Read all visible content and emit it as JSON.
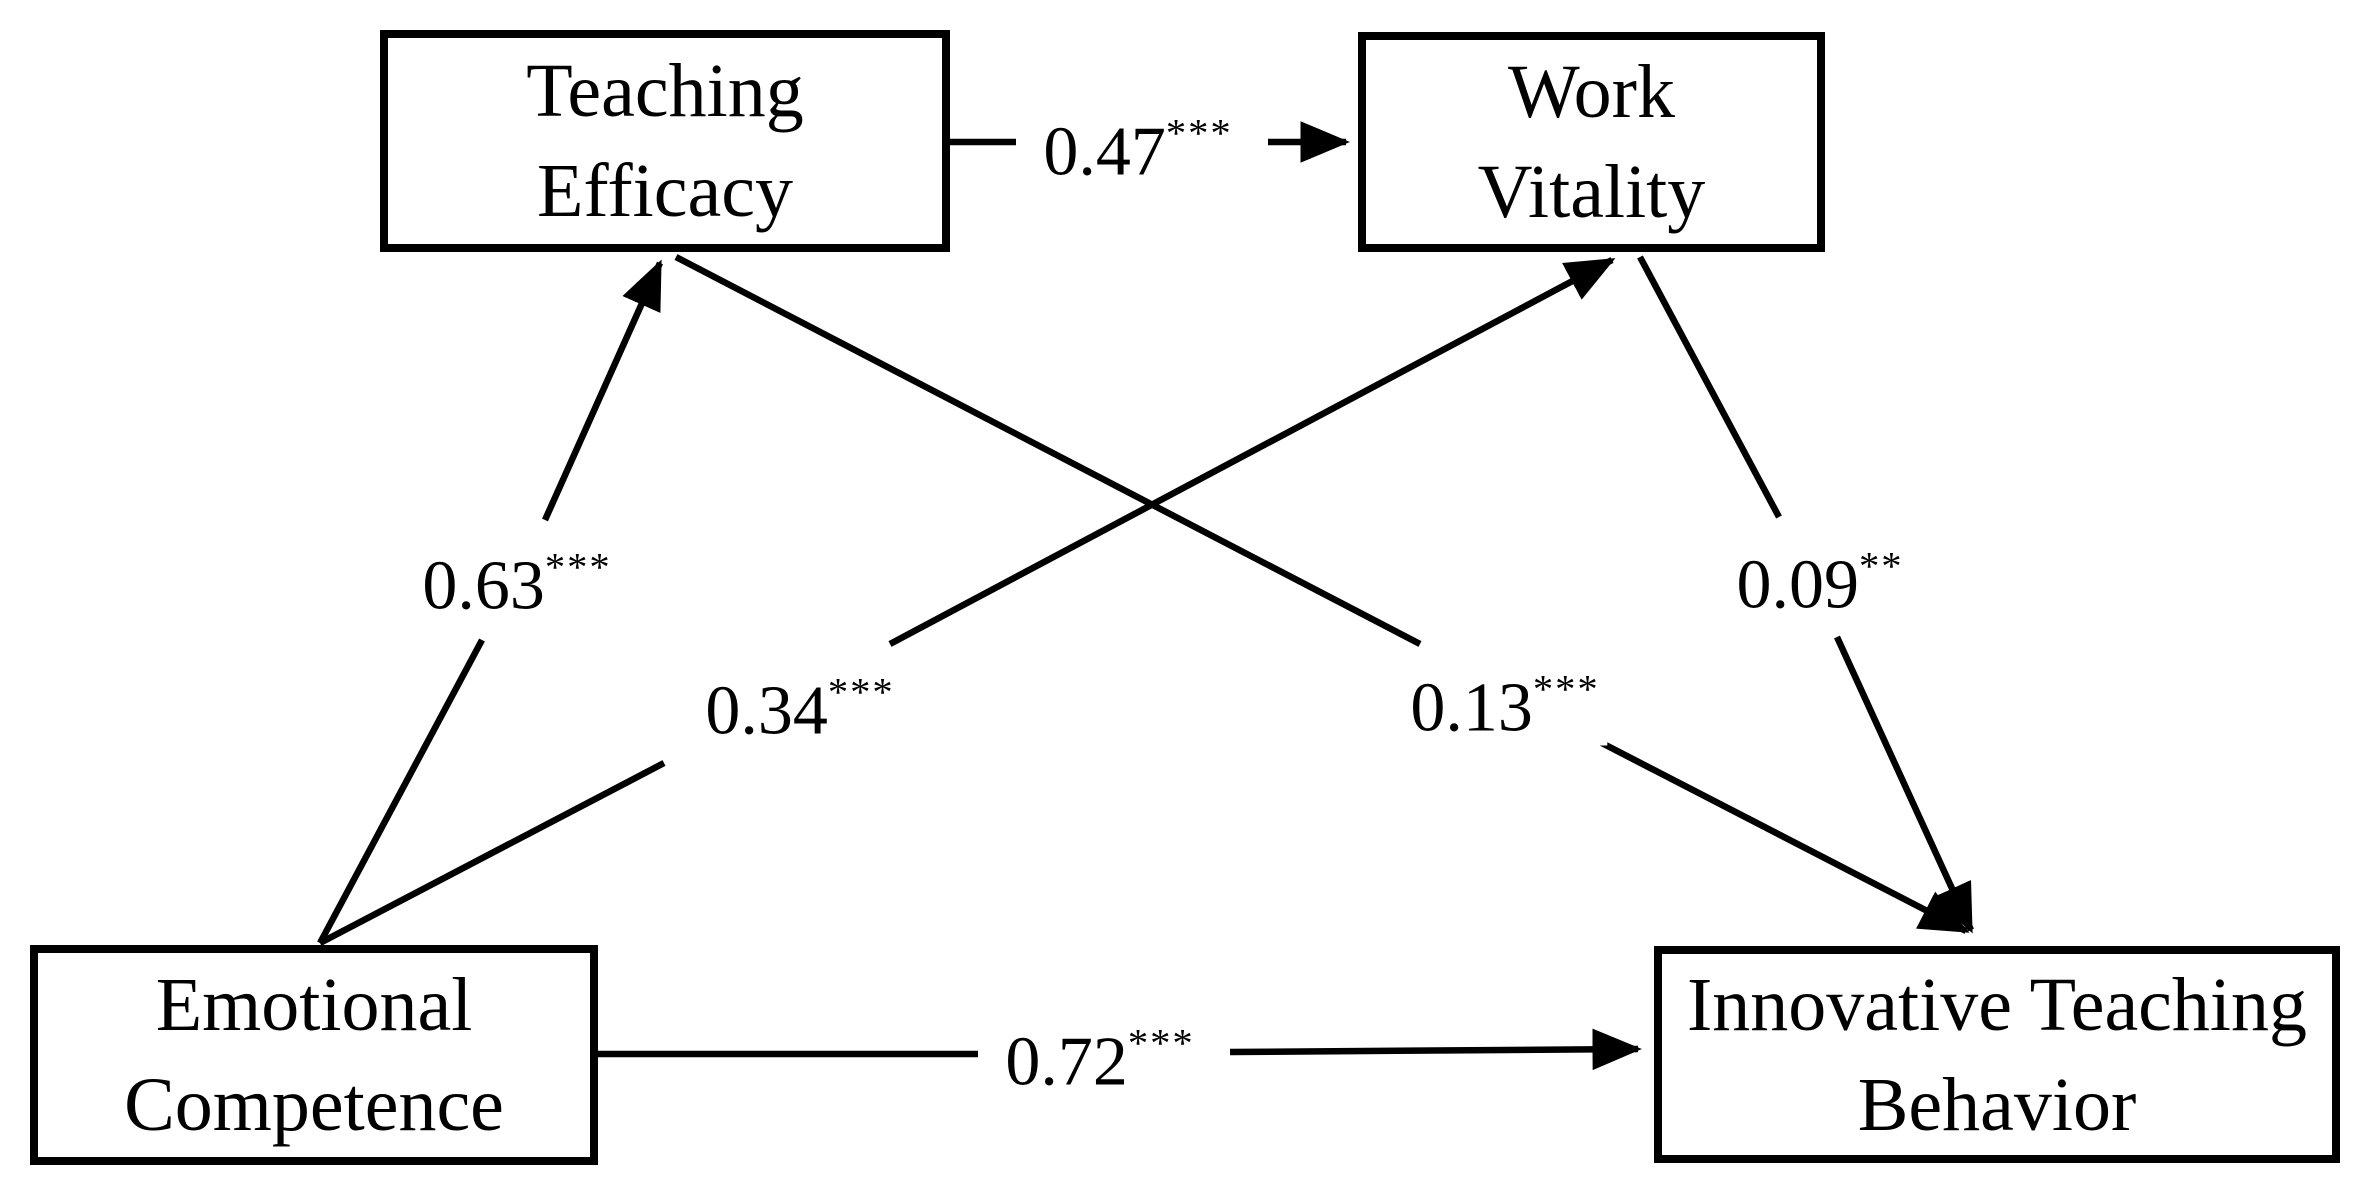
{
  "figure": {
    "type": "structural-path-model",
    "background_color": "#ffffff",
    "line_color": "#000000",
    "text_color": "#000000",
    "nodes": [
      {
        "id": "teaching-efficacy",
        "label": "Teaching Efficacy"
      },
      {
        "id": "work-vitality",
        "label": "Work Vitality"
      },
      {
        "id": "emotional-competence",
        "label": "Emotional Competence"
      },
      {
        "id": "innovative-teaching-behavior",
        "label": "Innovative Teaching Behavior"
      }
    ],
    "paths": [
      {
        "from": "Teaching Efficacy",
        "to": "Work Vitality",
        "coefficient": "0.47",
        "significance": "***"
      },
      {
        "from": "Emotional Competence",
        "to": "Teaching Efficacy",
        "coefficient": "0.63",
        "significance": "***"
      },
      {
        "from": "Emotional Competence",
        "to": "Work Vitality",
        "coefficient": "0.34",
        "significance": "***"
      },
      {
        "from": "Teaching Efficacy",
        "to": "Innovative Teaching Behavior",
        "coefficient": "0.13",
        "significance": "***"
      },
      {
        "from": "Work Vitality",
        "to": "Innovative Teaching Behavior",
        "coefficient": "0.09",
        "significance": "**"
      },
      {
        "from": "Emotional Competence",
        "to": "Innovative Teaching Behavior",
        "coefficient": "0.72",
        "significance": "***"
      }
    ]
  }
}
